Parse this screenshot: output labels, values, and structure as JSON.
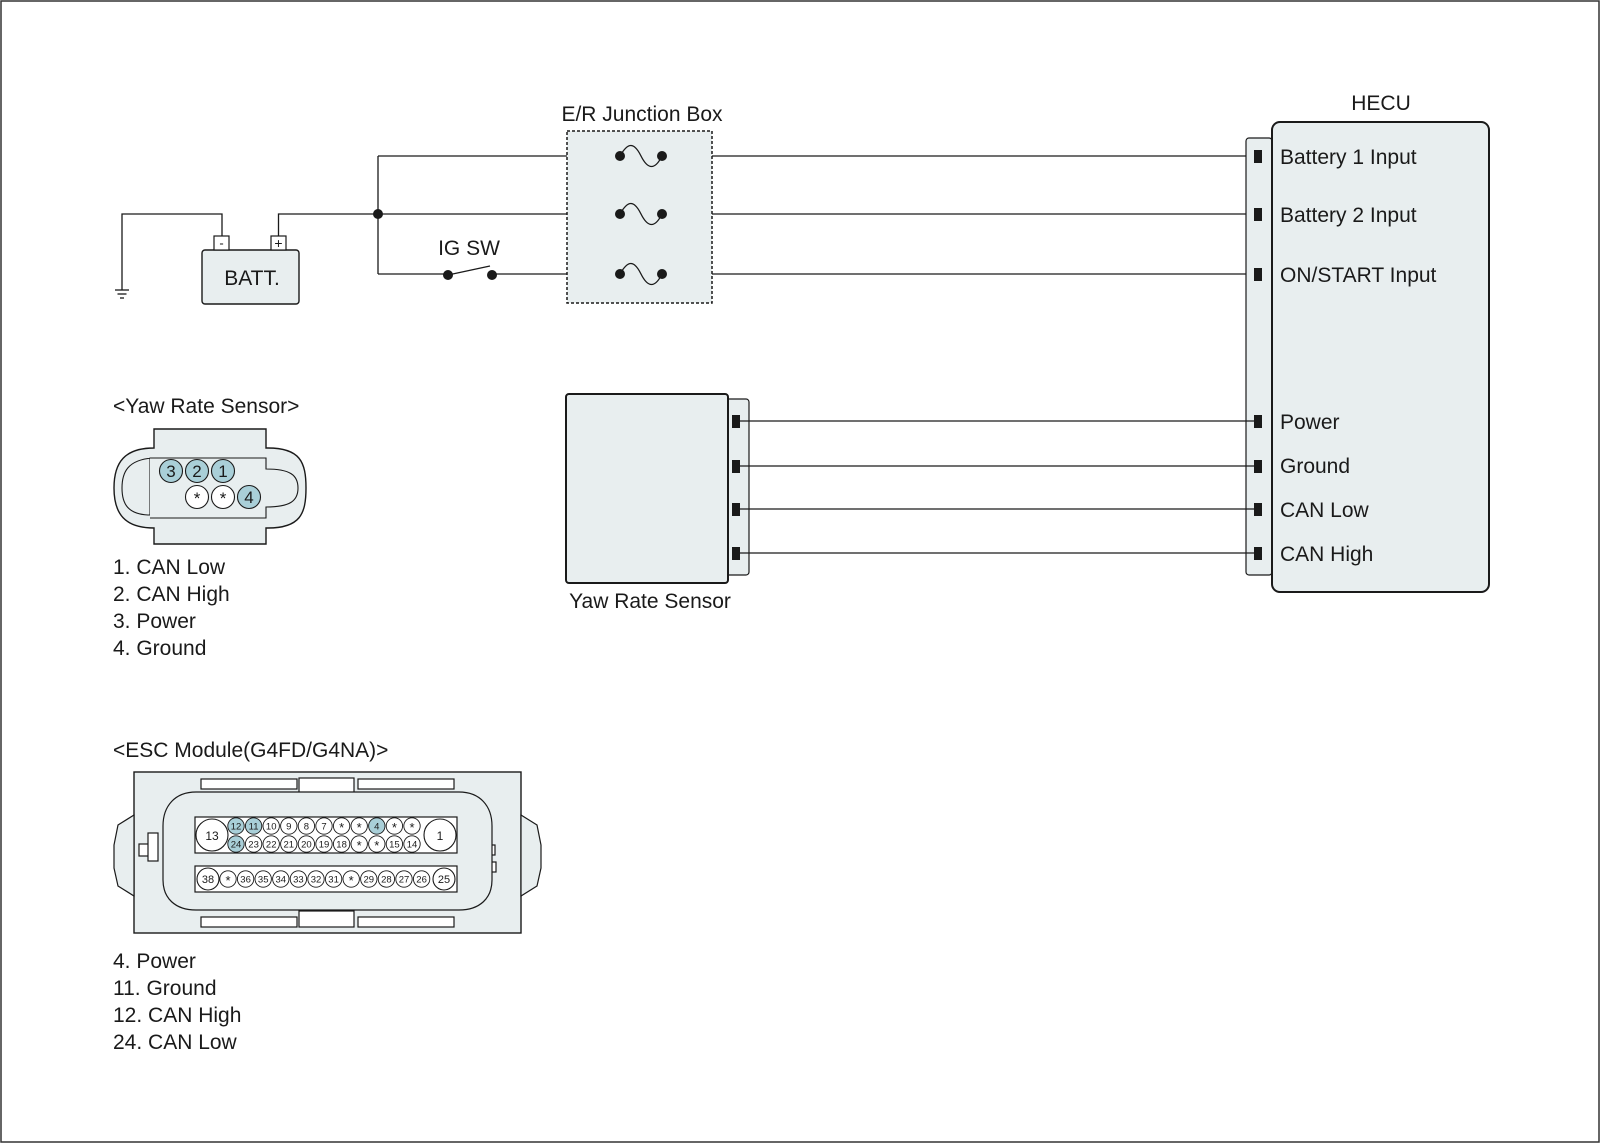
{
  "diagram": {
    "junction_box_label": "E/R Junction Box",
    "hecu_label": "HECU",
    "battery_label": "BATT.",
    "battery_minus": "-",
    "battery_plus": "+",
    "ignition_switch_label": "IG SW",
    "hecu_pins": [
      "Battery 1 Input",
      "Battery 2 Input",
      "ON/START Input",
      "Power",
      "Ground",
      "CAN Low",
      "CAN High"
    ],
    "yaw_sensor_box_label": "Yaw Rate Sensor"
  },
  "yaw_connector": {
    "title": "<Yaw Rate Sensor>",
    "pins_top": [
      "3",
      "2",
      "1"
    ],
    "pins_bottom": [
      "*",
      "*",
      "4"
    ],
    "legend": [
      "1. CAN Low",
      "2. CAN High",
      "3. Power",
      "4. Ground"
    ]
  },
  "esc_connector": {
    "title": "<ESC Module(G4FD/G4NA)>",
    "row1": [
      "12",
      "11",
      "10",
      "9",
      "8",
      "7",
      "*",
      "*",
      "4",
      "*",
      "*"
    ],
    "row2": [
      "24",
      "23",
      "22",
      "21",
      "20",
      "19",
      "18",
      "*",
      "*",
      "15",
      "14"
    ],
    "row3": [
      "*",
      "36",
      "35",
      "34",
      "33",
      "32",
      "31",
      "*",
      "29",
      "28",
      "27",
      "26"
    ],
    "big_pin_left": "13",
    "big_pin_right": "1",
    "row3_left": "38",
    "row3_right": "25",
    "highlighted_pins": [
      "4",
      "11",
      "12",
      "24"
    ],
    "legend": [
      "4. Power",
      "11. Ground",
      "12. CAN High",
      "24. CAN Low"
    ]
  },
  "colors": {
    "line": "#1a1a1a",
    "box_fill": "#e8eeef",
    "pin_highlight": "#a9cfd8",
    "pin_normal": "#ffffff"
  }
}
